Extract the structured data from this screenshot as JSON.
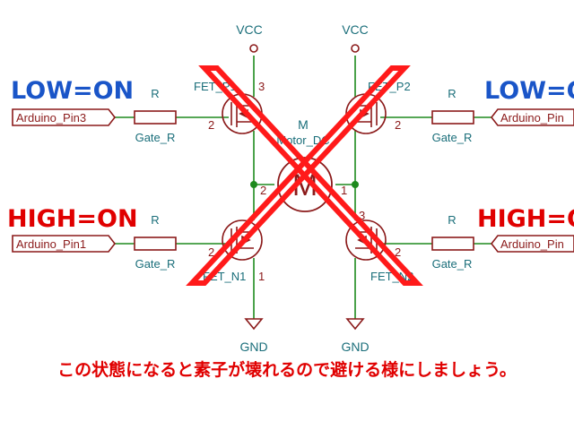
{
  "colors": {
    "wire": "#1e8a1e",
    "component": "#8b1a1a",
    "label": "#1a6e7a",
    "low": "#1a55c8",
    "high": "#e00000",
    "cross": "#ff1a1a",
    "junction": "#1e8a1e"
  },
  "power": {
    "vcc_left": "VCC",
    "vcc_right": "VCC",
    "gnd_left": "GND",
    "gnd_right": "GND"
  },
  "labels": {
    "low_left": "LOW=ON",
    "low_right": "LOW=O",
    "high_left": "HIGH=ON",
    "high_right": "HIGH=O"
  },
  "ports": {
    "tl": "Arduino_Pin3",
    "tr": "Arduino_Pin",
    "bl": "Arduino_Pin1",
    "br": "Arduino_Pin"
  },
  "resistors": {
    "tl_ref": "R",
    "tl_val": "Gate_R",
    "tr_ref": "R",
    "tr_val": "Gate_R",
    "bl_ref": "R",
    "bl_val": "Gate_R",
    "br_ref": "R",
    "br_val": "Gate_R"
  },
  "fets": {
    "p1": "FET_P1",
    "p2": "FET_P2",
    "n1": "FET_N1",
    "n2": "FET_N2",
    "pin1": "1",
    "pin2": "2",
    "pin3": "3"
  },
  "motor": {
    "ref": "M",
    "value": "Motor_DC",
    "symbol": "M",
    "pin_left": "2",
    "pin_right": "1"
  },
  "caption": "この状態になると素子が壊れるので避ける様にしましょう。"
}
